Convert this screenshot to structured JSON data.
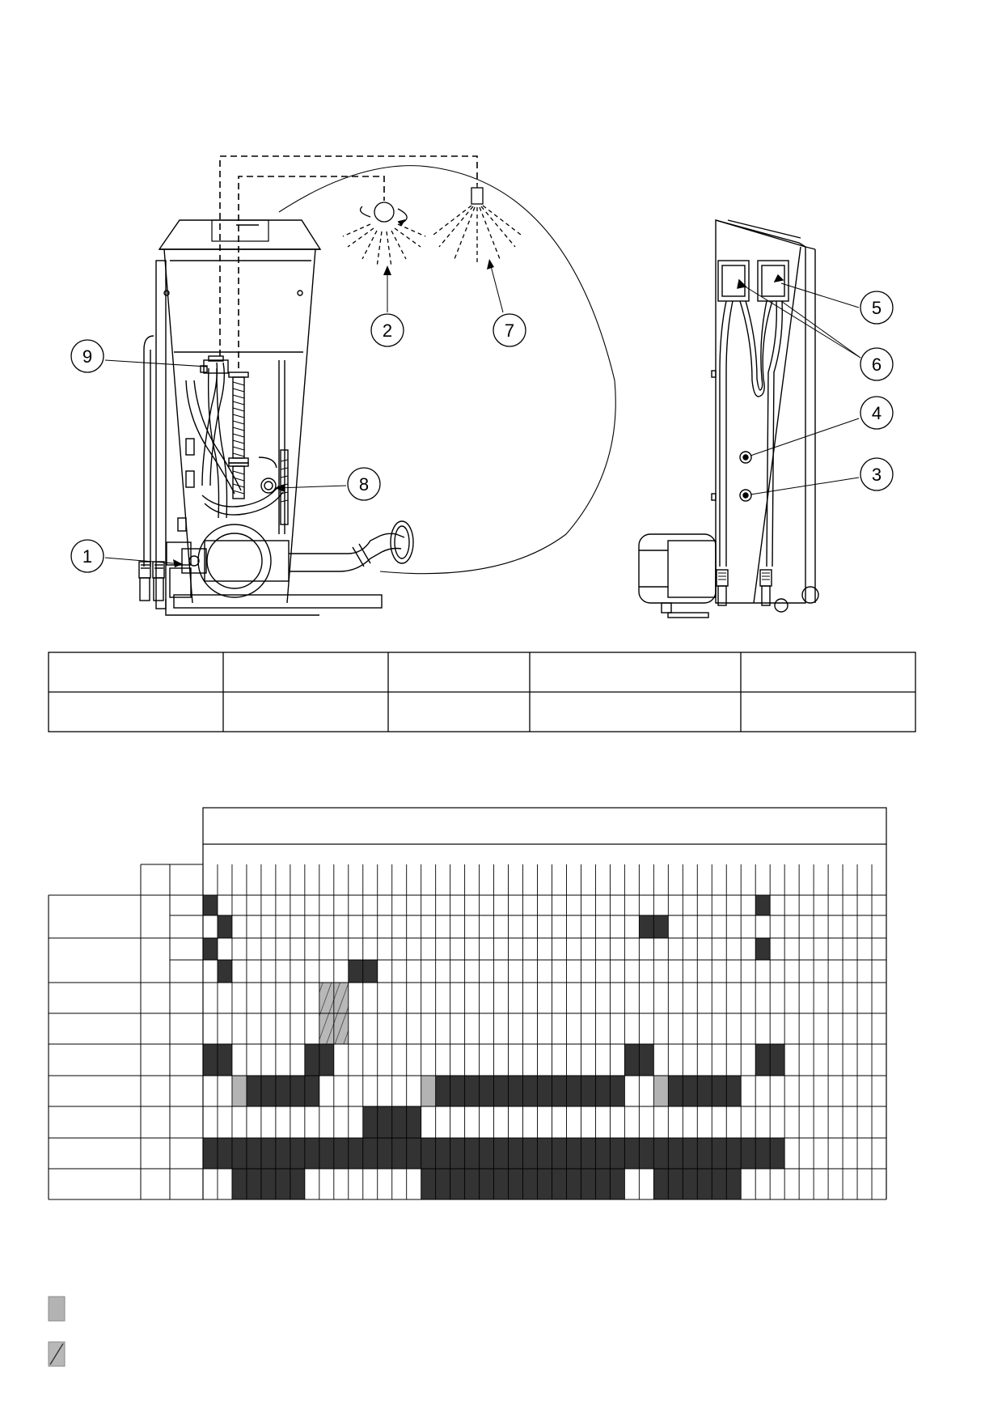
{
  "diagram": {
    "callouts": [
      {
        "number": "1"
      },
      {
        "number": "2"
      },
      {
        "number": "3"
      },
      {
        "number": "4"
      },
      {
        "number": "5"
      },
      {
        "number": "6"
      },
      {
        "number": "7"
      },
      {
        "number": "8"
      },
      {
        "number": "9"
      }
    ]
  },
  "timing": {
    "column_count": 47,
    "row_count": 11,
    "colors": {
      "filled": "#333333",
      "light": "#b3b3b3",
      "hatch_fill": "#b8b8b8",
      "grid": "#000000"
    },
    "rows": [
      [
        {
          "cell": 0,
          "type": "filled"
        },
        {
          "cell": 38,
          "type": "filled"
        }
      ],
      [
        {
          "cell": 1,
          "type": "filled"
        },
        {
          "cell": 30,
          "type": "filled"
        },
        {
          "cell": 31,
          "type": "filled"
        }
      ],
      [
        {
          "cell": 0,
          "type": "filled"
        },
        {
          "cell": 38,
          "type": "filled"
        }
      ],
      [
        {
          "cell": 1,
          "type": "filled"
        },
        {
          "cell": 10,
          "type": "filled"
        },
        {
          "cell": 11,
          "type": "filled"
        }
      ],
      [
        {
          "cell": 8,
          "type": "hatch"
        },
        {
          "cell": 9,
          "type": "hatch"
        }
      ],
      [
        {
          "cell": 8,
          "type": "hatch"
        },
        {
          "cell": 9,
          "type": "hatch"
        }
      ],
      [
        {
          "cell": 0,
          "type": "filled"
        },
        {
          "cell": 1,
          "type": "filled"
        },
        {
          "cell": 7,
          "type": "filled"
        },
        {
          "cell": 8,
          "type": "filled"
        },
        {
          "cell": 29,
          "type": "filled"
        },
        {
          "cell": 30,
          "type": "filled"
        },
        {
          "cell": 38,
          "type": "filled"
        },
        {
          "cell": 39,
          "type": "filled"
        }
      ],
      [
        {
          "cell": 2,
          "type": "light"
        },
        {
          "cell": 3,
          "type": "filled"
        },
        {
          "cell": 4,
          "type": "filled"
        },
        {
          "cell": 5,
          "type": "filled"
        },
        {
          "cell": 6,
          "type": "filled"
        },
        {
          "cell": 7,
          "type": "filled"
        },
        {
          "cell": 15,
          "type": "light"
        },
        {
          "cell": 16,
          "type": "filled"
        },
        {
          "cell": 17,
          "type": "filled"
        },
        {
          "cell": 18,
          "type": "filled"
        },
        {
          "cell": 19,
          "type": "filled"
        },
        {
          "cell": 20,
          "type": "filled"
        },
        {
          "cell": 21,
          "type": "filled"
        },
        {
          "cell": 22,
          "type": "filled"
        },
        {
          "cell": 23,
          "type": "filled"
        },
        {
          "cell": 24,
          "type": "filled"
        },
        {
          "cell": 25,
          "type": "filled"
        },
        {
          "cell": 26,
          "type": "filled"
        },
        {
          "cell": 27,
          "type": "filled"
        },
        {
          "cell": 28,
          "type": "filled"
        },
        {
          "cell": 31,
          "type": "light"
        },
        {
          "cell": 32,
          "type": "filled"
        },
        {
          "cell": 33,
          "type": "filled"
        },
        {
          "cell": 34,
          "type": "filled"
        },
        {
          "cell": 35,
          "type": "filled"
        },
        {
          "cell": 36,
          "type": "filled"
        }
      ],
      [
        {
          "cell": 11,
          "type": "filled"
        },
        {
          "cell": 12,
          "type": "filled"
        },
        {
          "cell": 13,
          "type": "filled"
        },
        {
          "cell": 14,
          "type": "filled"
        }
      ],
      [
        {
          "span": [
            0,
            39
          ],
          "type": "filled"
        }
      ],
      [
        {
          "span": [
            2,
            6
          ],
          "type": "filled"
        },
        {
          "span": [
            15,
            28
          ],
          "type": "filled"
        },
        {
          "span": [
            31,
            36
          ],
          "type": "filled"
        }
      ]
    ]
  },
  "legend": {
    "items": [
      {
        "name": "legend-solid-swatch",
        "type": "light"
      },
      {
        "name": "legend-hatch-swatch",
        "type": "hatch"
      }
    ]
  }
}
